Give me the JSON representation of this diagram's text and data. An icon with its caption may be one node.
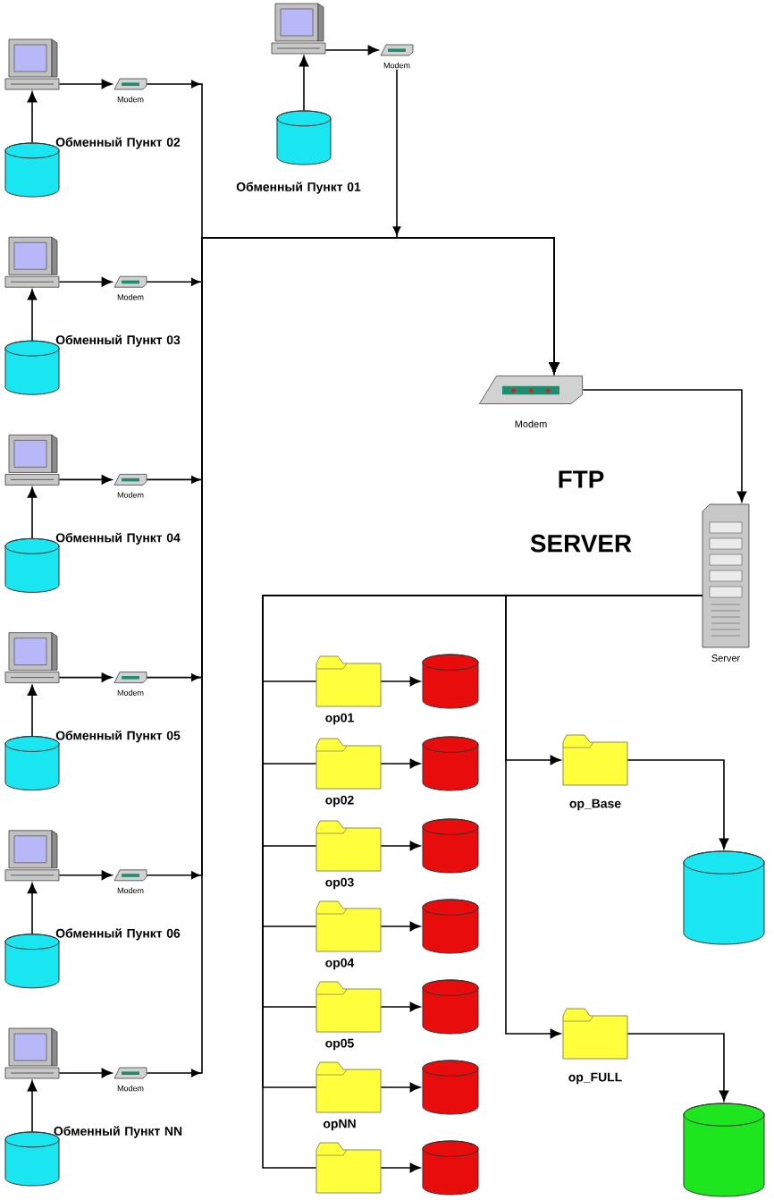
{
  "diagram": {
    "nodes": [
      {
        "text": [],
        "shape": "computer"
      },
      {
        "text": [
          "Modem"
        ]
      },
      {
        "text": [],
        "shape": "cylinder",
        "beside": [
          "Обменный Пункт 02"
        ]
      },
      {
        "text": [],
        "shape": "computer"
      },
      {
        "text": [
          "Modem"
        ]
      },
      {
        "text": [],
        "shape": "cylinder",
        "beside": [
          "Обменный Пункт 03"
        ]
      },
      {
        "text": [],
        "shape": "computer"
      },
      {
        "text": [
          "Modem"
        ]
      },
      {
        "text": [],
        "shape": "cylinder",
        "beside": [
          "Обменный Пункт 04"
        ]
      },
      {
        "text": [],
        "shape": "computer"
      },
      {
        "text": [
          "Modem"
        ]
      },
      {
        "text": [],
        "shape": "cylinder",
        "beside": [
          "Обменный Пункт 05"
        ]
      },
      {
        "text": [],
        "shape": "computer"
      },
      {
        "text": [
          "Modem"
        ]
      },
      {
        "text": [],
        "shape": "cylinder",
        "beside": [
          "Обменный Пункт 06"
        ]
      },
      {
        "text": [],
        "shape": "computer"
      },
      {
        "text": [
          "Modem"
        ]
      },
      {
        "text": [],
        "shape": "cylinder",
        "beside": [
          "Обменный Пункт NN"
        ]
      },
      {
        "text": [],
        "shape": "computer"
      },
      {
        "text": [
          "Modem"
        ]
      },
      {
        "text": [],
        "shape": "cylinder",
        "beside": [
          "Обменный Пункт 01"
        ]
      },
      {
        "text": [
          "Modem"
        ]
      },
      {
        "text": [
          "Server"
        ]
      },
      {
        "text": [
          "op01"
        ]
      },
      {
        "text": [
          "op02"
        ]
      },
      {
        "text": [
          "op03"
        ]
      },
      {
        "text": [
          "op04"
        ]
      },
      {
        "text": [
          "op05"
        ]
      },
      {
        "text": [
          "opNN"
        ]
      },
      {
        "text": [],
        "shape": "folder"
      },
      {
        "text": [],
        "shape": "cylinder"
      },
      {
        "text": [],
        "shape": "cylinder"
      },
      {
        "text": [],
        "shape": "cylinder"
      },
      {
        "text": [],
        "shape": "cylinder"
      },
      {
        "text": [],
        "shape": "cylinder"
      },
      {
        "text": [],
        "shape": "cylinder"
      },
      {
        "text": [],
        "shape": "cylinder"
      },
      {
        "text": [
          "op_Base"
        ]
      },
      {
        "text": [],
        "shape": "cylinder"
      },
      {
        "text": [
          "op_FULL"
        ]
      },
      {
        "text": [],
        "shape": "cylinder"
      }
    ],
    "edges": [
      {
        "from": 2,
        "to": 0,
        "arrow": "to"
      },
      {
        "from": 0,
        "to": 1,
        "arrow": "to"
      },
      {
        "from": 1,
        "to": 21,
        "arrow": "to"
      },
      {
        "from": 5,
        "to": 3,
        "arrow": "to"
      },
      {
        "from": 3,
        "to": 4,
        "arrow": "to"
      },
      {
        "from": 4,
        "to": 21,
        "arrow": "to"
      },
      {
        "from": 8,
        "to": 6,
        "arrow": "to"
      },
      {
        "from": 6,
        "to": 7,
        "arrow": "to"
      },
      {
        "from": 7,
        "to": 21,
        "arrow": "to"
      },
      {
        "from": 11,
        "to": 9,
        "arrow": "to"
      },
      {
        "from": 9,
        "to": 10,
        "arrow": "to"
      },
      {
        "from": 10,
        "to": 21,
        "arrow": "to"
      },
      {
        "from": 14,
        "to": 12,
        "arrow": "to"
      },
      {
        "from": 12,
        "to": 13,
        "arrow": "to"
      },
      {
        "from": 13,
        "to": 21,
        "arrow": "to"
      },
      {
        "from": 17,
        "to": 15,
        "arrow": "to"
      },
      {
        "from": 15,
        "to": 16,
        "arrow": "to"
      },
      {
        "from": 16,
        "to": 21,
        "arrow": "to"
      },
      {
        "from": 20,
        "to": 18,
        "arrow": "to"
      },
      {
        "from": 18,
        "to": 19,
        "arrow": "to"
      },
      {
        "from": 19,
        "to": 21,
        "arrow": "to"
      },
      {
        "from": 21,
        "to": 22,
        "arrow": "to"
      },
      {
        "from": 22,
        "to": 23,
        "arrow": "none"
      },
      {
        "from": 22,
        "to": 24,
        "arrow": "none"
      },
      {
        "from": 22,
        "to": 25,
        "arrow": "none"
      },
      {
        "from": 22,
        "to": 26,
        "arrow": "none"
      },
      {
        "from": 22,
        "to": 27,
        "arrow": "none"
      },
      {
        "from": 22,
        "to": 28,
        "arrow": "none"
      },
      {
        "from": 22,
        "to": 29,
        "arrow": "none"
      },
      {
        "from": 22,
        "to": 37,
        "arrow": "to"
      },
      {
        "from": 22,
        "to": 39,
        "arrow": "to"
      },
      {
        "from": 23,
        "to": 30,
        "arrow": "to"
      },
      {
        "from": 24,
        "to": 31,
        "arrow": "to"
      },
      {
        "from": 25,
        "to": 32,
        "arrow": "to"
      },
      {
        "from": 26,
        "to": 33,
        "arrow": "to"
      },
      {
        "from": 27,
        "to": 34,
        "arrow": "to"
      },
      {
        "from": 28,
        "to": 35,
        "arrow": "to"
      },
      {
        "from": 29,
        "to": 36,
        "arrow": "to"
      },
      {
        "from": 37,
        "to": 38,
        "arrow": "to"
      },
      {
        "from": 39,
        "to": 40,
        "arrow": "to"
      }
    ],
    "labels": [
      "FTP SERVER"
    ]
  }
}
